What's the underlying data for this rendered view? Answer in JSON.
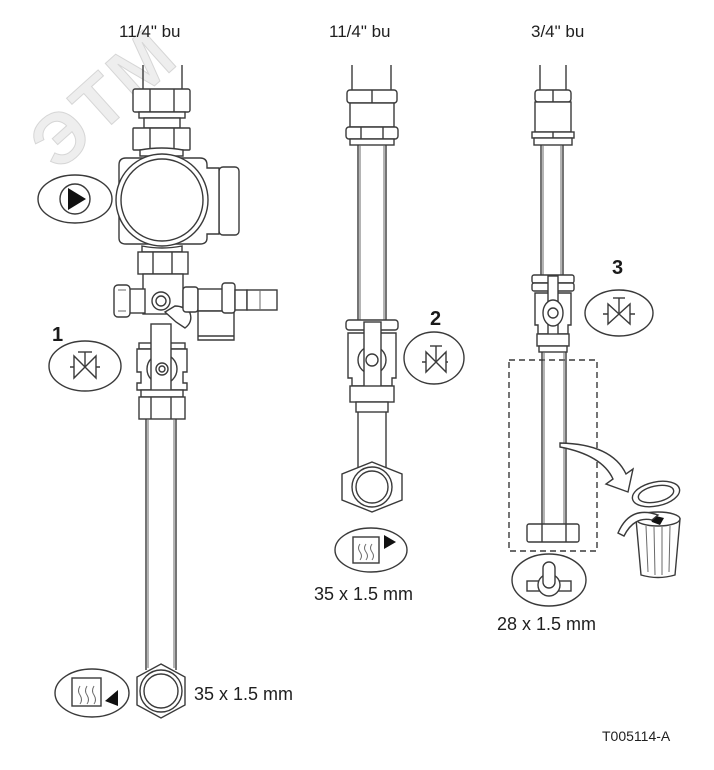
{
  "watermark": "ЭТМ",
  "columns": [
    {
      "id": "left",
      "thread_label": "11/4\" bu",
      "valve_number": "1",
      "dimension": "35 x 1.5 mm",
      "icons": [
        "pump-icon",
        "valve-icon",
        "heat-return-icon"
      ]
    },
    {
      "id": "middle",
      "thread_label": "11/4\" bu",
      "valve_number": "2",
      "dimension": "35 x 1.5 mm",
      "icons": [
        "valve-icon",
        "heat-flow-icon"
      ]
    },
    {
      "id": "right",
      "thread_label": "3/4\" bu",
      "valve_number": "3",
      "dimension": "28 x 1.5 mm",
      "icons": [
        "valve-icon",
        "tap-icon",
        "trash-bin-icon"
      ]
    }
  ],
  "reference_code": "T005114-A",
  "colors": {
    "line": "#3a3a3a",
    "text": "#1f1f1f",
    "background": "#ffffff"
  }
}
